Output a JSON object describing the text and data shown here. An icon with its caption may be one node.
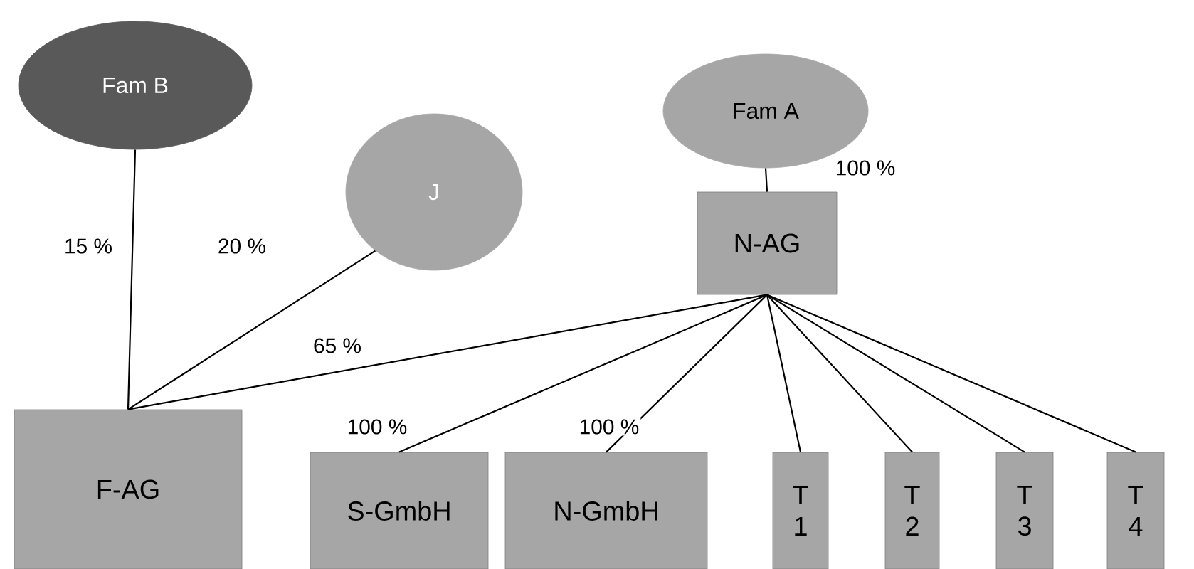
{
  "diagram": {
    "nodes": [
      {
        "text": [
          "Fam B"
        ]
      },
      {
        "text": [
          "J"
        ]
      },
      {
        "text": [
          "Fam A"
        ]
      },
      {
        "text": [
          "N-AG"
        ]
      },
      {
        "text": [
          "F-AG"
        ]
      },
      {
        "text": [
          "S-GmbH"
        ]
      },
      {
        "text": [
          "N-GmbH"
        ]
      },
      {
        "text": [
          "T 1"
        ]
      },
      {
        "text": [
          "T 2"
        ]
      },
      {
        "text": [
          "T 3"
        ]
      },
      {
        "text": [
          "T 4"
        ]
      }
    ],
    "edges": [
      {
        "from": 0,
        "to": 4,
        "arrow": "none",
        "label": "15 %"
      },
      {
        "from": 1,
        "to": 4,
        "arrow": "none",
        "label": "20 %"
      },
      {
        "from": 3,
        "to": 4,
        "arrow": "none",
        "label": "65 %"
      },
      {
        "from": 2,
        "to": 3,
        "arrow": "none",
        "label": "100 %"
      },
      {
        "from": 3,
        "to": 5,
        "arrow": "none",
        "label": "100 %"
      },
      {
        "from": 3,
        "to": 6,
        "arrow": "none",
        "label": "100 %"
      },
      {
        "from": 3,
        "to": 7,
        "arrow": "none"
      },
      {
        "from": 3,
        "to": 8,
        "arrow": "none"
      },
      {
        "from": 3,
        "to": 9,
        "arrow": "none"
      },
      {
        "from": 3,
        "to": 10,
        "arrow": "none"
      }
    ]
  }
}
